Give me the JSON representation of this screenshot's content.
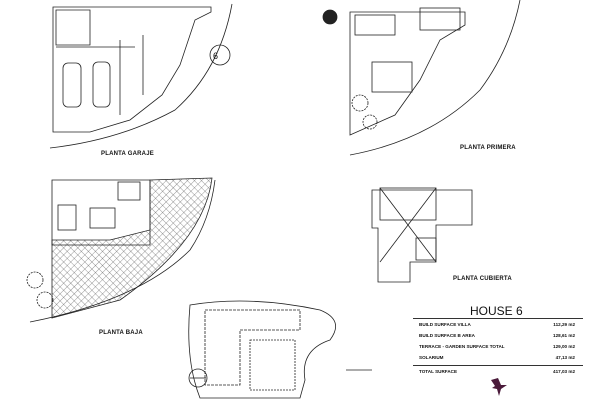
{
  "plans": {
    "garage": {
      "label": "PLANTA GARAJE",
      "house_number": "6"
    },
    "first_floor": {
      "label": "PLANTA PRIMERA"
    },
    "ground_floor": {
      "label": "PLANTA BAJA"
    },
    "roof": {
      "label": "PLANTA CUBIERTA"
    }
  },
  "summary": {
    "title": "HOUSE 6",
    "rows": [
      {
        "label": "BUILD SURFACE VILLA",
        "value": "112,29 m2"
      },
      {
        "label": "BUILD SURFACE B AREA",
        "value": "128,61 m2"
      },
      {
        "label": "TERRACE - GARDEN SURFACE TOTAL",
        "value": "129,00 m2"
      },
      {
        "label": "SOLARIUM",
        "value": "47,13 m2"
      }
    ],
    "total": {
      "label": "TOTAL SURFACE",
      "value": "417,03 m2"
    }
  },
  "colors": {
    "line": "#222222",
    "logo": "#4a1a3a"
  }
}
